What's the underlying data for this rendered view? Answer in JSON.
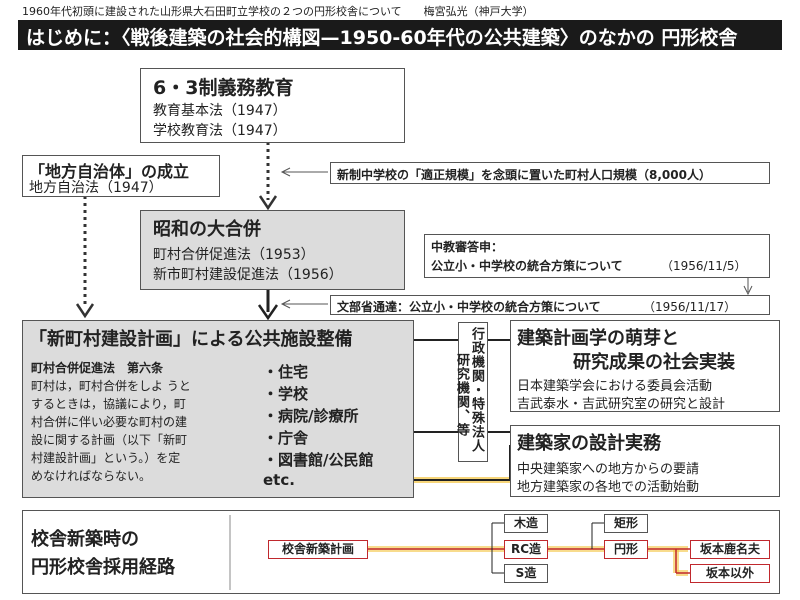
{
  "header": {
    "topline": "1960年代初頭に建設された山形県大石田町立学校の２つの円形校舎について　　梅宮弘光（神戸大学）",
    "title": "はじめに：〈戦後建築の社会的構図—1950-60年代の公共建築〉のなかの 円形校舎"
  },
  "compulsory": {
    "title": "6・3制義務教育",
    "laws": [
      "教育基本法（1947）",
      "学校教育法（1947）"
    ]
  },
  "local_gov": {
    "title": "「地方自治体」の成立",
    "law": "地方自治法（1947）"
  },
  "note_population": "新制中学校の「適正規模」を念頭に置いた町村人口規模（8,000人）",
  "merger": {
    "title": "昭和の大合併",
    "laws": [
      "町村合併促進法（1953）",
      "新市町村建設促進法（1956）"
    ]
  },
  "chukyo": {
    "label": "中教審答申：",
    "text": "公立小・中学校の統合方策について",
    "date": "（1956/11/5）"
  },
  "monbusho": {
    "text": "文部省通達：公立小・中学校の統合方策について",
    "date": "（1956/11/17）"
  },
  "plan": {
    "title": "「新町村建設計画」による公共施設整備",
    "article_title": "町村合併促進法　第六条",
    "article_lines": [
      "町村は，町村合併をしよ うと",
      "するときは，協議により，町",
      "村合併に伴い必要な町村の建",
      "設に関する計画（以下「新町",
      "村建設計画」という。）を定",
      "めなければならない。"
    ],
    "facilities": [
      "・住宅",
      "・学校",
      "・病院/診療所",
      "・庁舎",
      "・図書館/公民館",
      "etc."
    ]
  },
  "vertical_label": {
    "col1": "行政機関・特殊法人",
    "col2": "研究機関、等"
  },
  "research": {
    "title1": "建築計画学の萌芽と",
    "title2": "研究成果の社会実装",
    "lines": [
      "日本建築学会における委員会活動",
      "吉武泰水・吉武研究室の研究と設計"
    ]
  },
  "architects": {
    "title": "建築家の設計実務",
    "lines": [
      "中央建築家への地方からの要請",
      "地方建築家の各地での活動始動"
    ]
  },
  "bottom": {
    "title_lines": [
      "校舎新築時の",
      "円形校舎採用経路"
    ],
    "nodes": {
      "plan": "校舎新築計画",
      "wood": "木造",
      "rc": "RC造",
      "steel": "S造",
      "rect": "矩形",
      "circle": "円形",
      "sakamoto": "坂本鹿名夫",
      "other": "坂本以外"
    }
  },
  "colors": {
    "header_bg": "#1a1a1a",
    "gray_box": "#dcdcdc",
    "route_red": "#c0282d",
    "highlight": "#f5c542"
  }
}
